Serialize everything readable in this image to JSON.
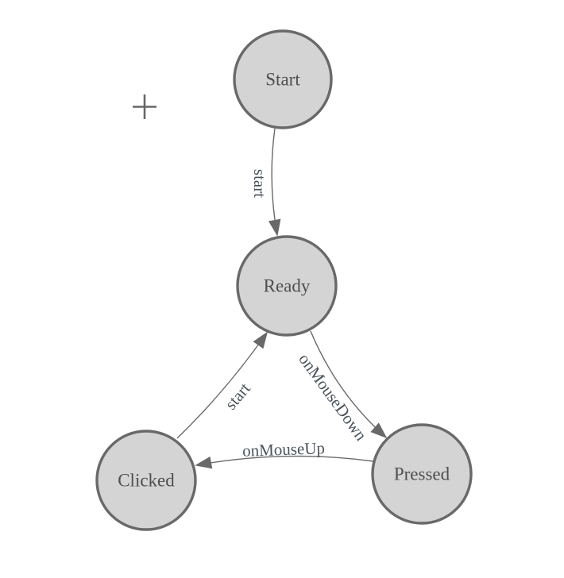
{
  "diagram": {
    "type": "state-machine",
    "colors": {
      "background": "#ffffff",
      "node_fill": "#d4d4d4",
      "node_stroke": "#696969",
      "edge_stroke": "#696969",
      "arrowhead_fill": "#696969",
      "node_label_color": "#4f4f4f",
      "edge_label_color": "#4b535c",
      "plus_marker_color": "#666666"
    },
    "nodes": [
      {
        "label": "Start"
      },
      {
        "label": "Ready"
      },
      {
        "label": "Clicked"
      },
      {
        "label": "Pressed"
      }
    ],
    "edges": [
      {
        "label": "start",
        "from": "Start",
        "to": "Ready"
      },
      {
        "label": "start",
        "from": "Clicked",
        "to": "Ready"
      },
      {
        "label": "onMouseDown",
        "from": "Ready",
        "to": "Pressed"
      },
      {
        "label": "onMouseUp",
        "from": "Pressed",
        "to": "Clicked"
      }
    ],
    "icons": [
      {
        "name": "plus-marker"
      }
    ]
  }
}
